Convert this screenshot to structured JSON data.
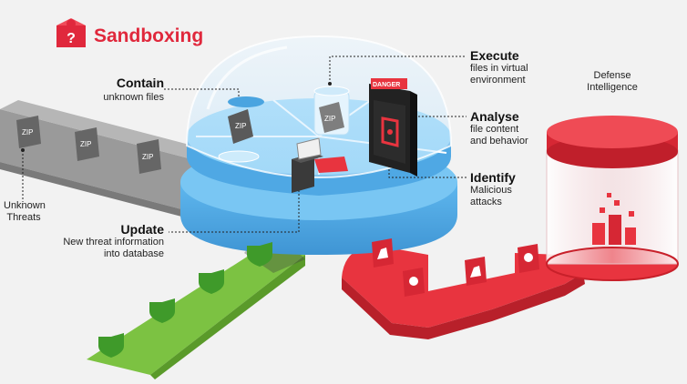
{
  "brand": {
    "title": "Sandboxing",
    "icon": "bug-in-box-icon",
    "color": "#e0283c"
  },
  "labels": {
    "contain": {
      "title": "Contain",
      "desc": "unknown files"
    },
    "execute": {
      "title": "Execute",
      "desc1": "files in virtual",
      "desc2": "environment"
    },
    "analyse": {
      "title": "Analyse",
      "desc1": "file content",
      "desc2": "and behavior"
    },
    "identify": {
      "title": "Identify",
      "desc1": "Malicious",
      "desc2": "attacks"
    },
    "update": {
      "title": "Update",
      "desc1": "New threat information",
      "desc2": "into database"
    },
    "unknown_threats": {
      "line1": "Unknown",
      "line2": "Threats"
    },
    "defense": {
      "line1": "Defense",
      "line2": "Intelligence"
    }
  },
  "zip_files": [
    {
      "text": "ZIP"
    },
    {
      "text": "ZIP"
    },
    {
      "text": "ZIP"
    },
    {
      "text": "ZIP"
    },
    {
      "text": "ZIP"
    }
  ],
  "danger": {
    "text": "DANGER"
  },
  "icons": [
    "zip-file-icon",
    "shield-check-icon",
    "skull-icon",
    "trojan-horse-icon",
    "danger-sign-icon",
    "document-icon"
  ],
  "colors": {
    "red": "#e8343f",
    "green": "#7ac943",
    "blue": "#58b4ee",
    "gray": "#8a8a8a"
  }
}
